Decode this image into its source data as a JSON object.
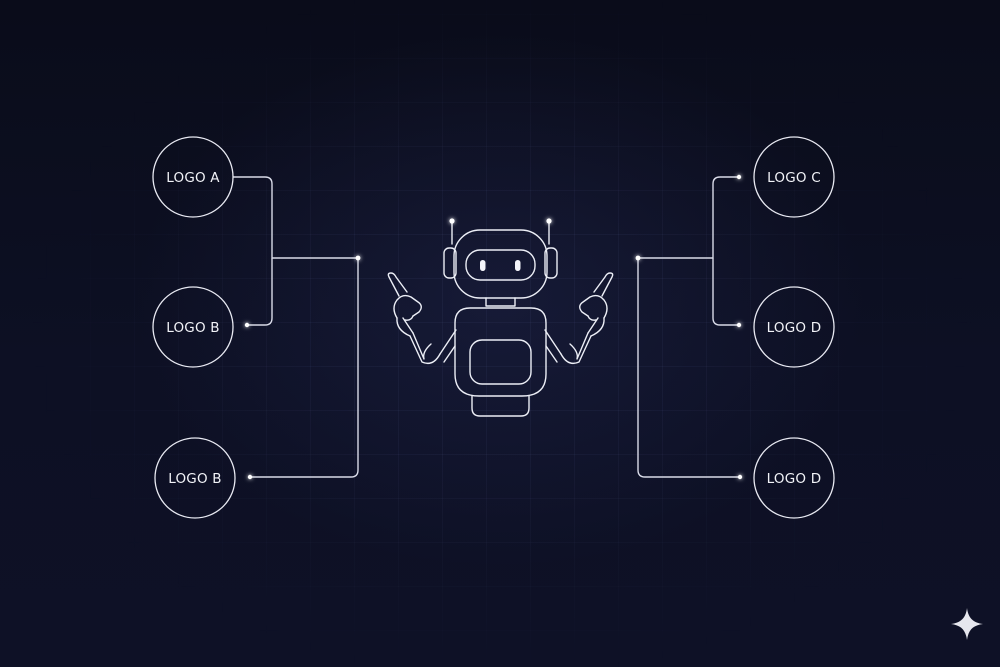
{
  "diagram": {
    "left_nodes": [
      {
        "label": "LOGO A"
      },
      {
        "label": "LOGO B"
      },
      {
        "label": "LOGO B"
      }
    ],
    "right_nodes": [
      {
        "label": "LOGO C"
      },
      {
        "label": "LOGO D"
      },
      {
        "label": "LOGO D"
      }
    ]
  },
  "icons": {
    "center": "robot-icon",
    "corner": "sparkle-icon"
  },
  "colors": {
    "background": "#0b0d1c",
    "line": "#d9dbe8",
    "text": "#f2f3f8"
  }
}
